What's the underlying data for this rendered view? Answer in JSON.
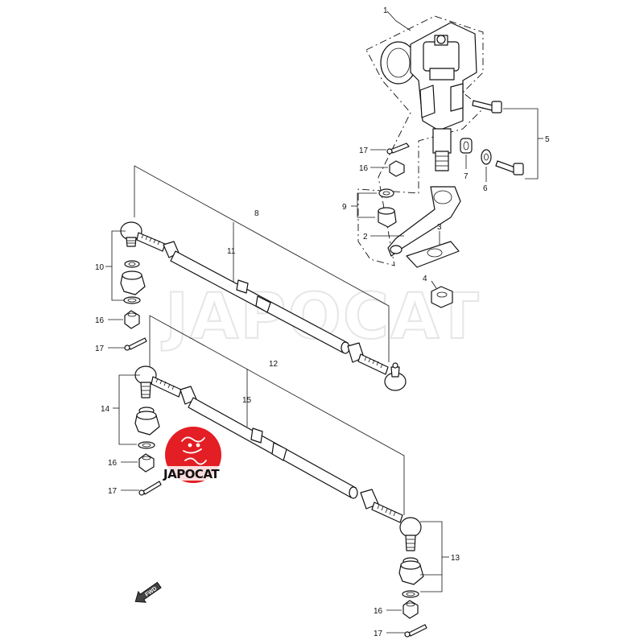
{
  "watermark": {
    "text": "JAPOCAT"
  },
  "logo": {
    "text": "JAPOCAT",
    "color": "#e31e24"
  },
  "fwd": {
    "text": "FWD"
  },
  "callouts": {
    "c1": "1",
    "c2": "2",
    "c3": "3",
    "c4": "4",
    "c5": "5",
    "c6": "6",
    "c7": "7",
    "c8": "8",
    "c9": "9",
    "c10": "10",
    "c11": "11",
    "c12": "12",
    "c13": "13",
    "c14": "14",
    "c15": "15",
    "c16a": "16",
    "c16b": "16",
    "c16c": "16",
    "c16d": "16",
    "c17a": "17",
    "c17b": "17",
    "c17c": "17",
    "c17d": "17"
  }
}
